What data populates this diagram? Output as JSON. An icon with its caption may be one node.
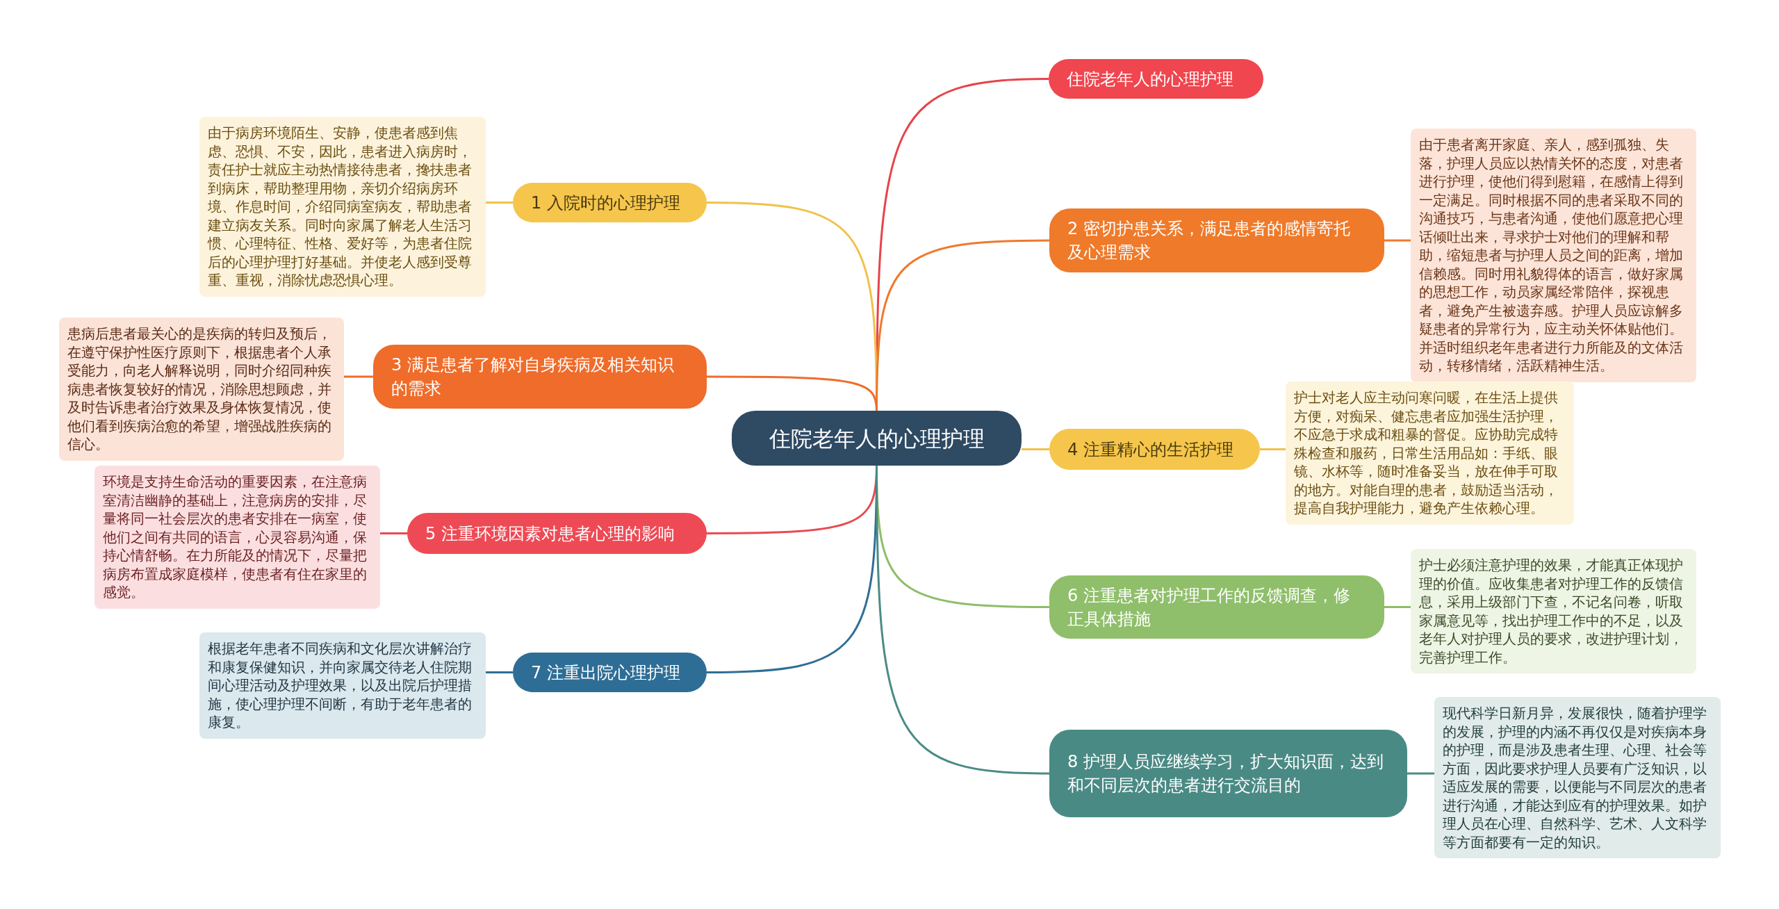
{
  "diagram": {
    "nodes": [
      {
        "text": [
          "住院老年人的心理护理"
        ]
      },
      {
        "text": [
          "住院老年人的心理护理"
        ]
      },
      {
        "text": [
          "1 入院时的心理护理"
        ]
      },
      {
        "text": [
          "由于病房环境陌生、安静，使患者感到焦虑、恐惧、不安，因此，患者进入病房时，责任护士就应主动热情接待患者，搀扶患者到病床，帮助整理用物，亲切介绍病房环境、作息时间，介绍同病室病友，帮助患者建立病友关系。同时向家属了解老人生活习惯、心理特征、性格、爱好等，为患者住院后的心理护理打好基础。并使老人感到受尊重、重视，消除忧虑恐惧心理。"
        ]
      },
      {
        "text": [
          "2 密切护患关系，满足患者的感情寄托及心理需求"
        ]
      },
      {
        "text": [
          "由于患者离开家庭、亲人，感到孤独、失落，护理人员应以热情关怀的态度，对患者进行护理，使他们得到慰籍，在感情上得到一定满足。同时根据不同的患者采取不同的沟通技巧，与患者沟通，使他们愿意把心理话倾吐出来，寻求护士对他们的理解和帮助，缩短患者与护理人员之间的距离，增加信赖感。同时用礼貌得体的语言，做好家属的思想工作，动员家属经常陪伴，探视患者，避免产生被遗弃感。护理人员应谅解多疑患者的异常行为，应主动关怀体贴他们。并适时组织老年患者进行力所能及的文体活动，转移情绪，活跃精神生活。"
        ]
      },
      {
        "text": [
          "3 满足患者了解对自身疾病及相关知识的需求"
        ]
      },
      {
        "text": [
          "患病后患者最关心的是疾病的转归及预后，在遵守保护性医疗原则下，根据患者个人承受能力，向老人解释说明，同时介绍同种疾病患者恢复较好的情况，消除思想顾虑，并及时告诉患者治疗效果及身体恢复情况，使他们看到疾病治愈的希望，增强战胜疾病的信心。"
        ]
      },
      {
        "text": [
          "4 注重精心的生活护理"
        ]
      },
      {
        "text": [
          "护士对老人应主动问寒问暖，在生活上提供方便，对痴呆、健忘患者应加强生活护理，不应急于求成和粗暴的督促。应协助完成特殊检查和服药，日常生活用品如：手纸、眼镜、水杯等，随时准备妥当，放在伸手可取的地方。对能自理的患者，鼓励适当活动，提高自我护理能力，避免产生依赖心理。"
        ]
      },
      {
        "text": [
          "5 注重环境因素对患者心理的影响"
        ]
      },
      {
        "text": [
          "环境是支持生命活动的重要因素，在注意病室清洁幽静的基础上，注意病房的安排，尽量将同一社会层次的患者安排在一病室，使他们之间有共同的语言，心灵容易沟通，保持心情舒畅。在力所能及的情况下，尽量把病房布置成家庭模样，使患者有住在家里的感觉。"
        ]
      },
      {
        "text": [
          "6 注重患者对护理工作的反馈调查，修正具体措施"
        ]
      },
      {
        "text": [
          "护士必须注意护理的效果，才能真正体现护理的价值。应收集患者对护理工作的反馈信息，采用上级部门下查，不记名问卷，听取家属意见等，找出护理工作中的不足，以及老年人对护理人员的要求，改进护理计划，完善护理工作。"
        ]
      },
      {
        "text": [
          "7 注重出院心理护理"
        ]
      },
      {
        "text": [
          "根据老年患者不同疾病和文化层次讲解治疗和康复保健知识，并向家属交待老人住院期间心理活动及护理效果，以及出院后护理措施，使心理护理不间断，有助于老年患者的康复。"
        ]
      },
      {
        "text": [
          "8 护理人员应继续学习，扩大知识面，达到和不同层次的患者进行交流目的"
        ]
      },
      {
        "text": [
          "现代科学日新月异，发展很快，随着护理学的发展，护理的内涵不再仅仅是对疾病本身的护理，而是涉及患者生理、心理、社会等方面，因此要求护理人员要有广泛知识，以适应发展的需要，以便能与不同层次的患者进行沟通，才能达到应有的护理效果。如护理人员在心理、自然科学、艺术、人文科学等方面都要有一定的知识。"
        ]
      }
    ],
    "edges": [
      {
        "from": 0,
        "to": 1,
        "arrow": "none",
        "color": "#e8434b"
      },
      {
        "from": 0,
        "to": 2,
        "arrow": "none",
        "color": "#f0c24a"
      },
      {
        "from": 2,
        "to": 3,
        "arrow": "none",
        "color": "#f0c24a"
      },
      {
        "from": 0,
        "to": 4,
        "arrow": "none",
        "color": "#ed7a2c"
      },
      {
        "from": 4,
        "to": 5,
        "arrow": "none",
        "color": "#ed7a2c"
      },
      {
        "from": 0,
        "to": 6,
        "arrow": "none",
        "color": "#ee6d2b"
      },
      {
        "from": 6,
        "to": 7,
        "arrow": "none",
        "color": "#ee6d2b"
      },
      {
        "from": 0,
        "to": 8,
        "arrow": "none",
        "color": "#f0c24a"
      },
      {
        "from": 8,
        "to": 9,
        "arrow": "none",
        "color": "#f0c24a"
      },
      {
        "from": 0,
        "to": 10,
        "arrow": "none",
        "color": "#e84a52"
      },
      {
        "from": 10,
        "to": 11,
        "arrow": "none",
        "color": "#e84a52"
      },
      {
        "from": 0,
        "to": 12,
        "arrow": "none",
        "color": "#8dbd68"
      },
      {
        "from": 12,
        "to": 13,
        "arrow": "none",
        "color": "#8dbd68"
      },
      {
        "from": 0,
        "to": 14,
        "arrow": "none",
        "color": "#2f6e95"
      },
      {
        "from": 14,
        "to": 15,
        "arrow": "none",
        "color": "#2f6e95"
      },
      {
        "from": 0,
        "to": 16,
        "arrow": "none",
        "color": "#4b8b85"
      },
      {
        "from": 16,
        "to": 17,
        "arrow": "none",
        "color": "#4b8b85"
      }
    ]
  }
}
